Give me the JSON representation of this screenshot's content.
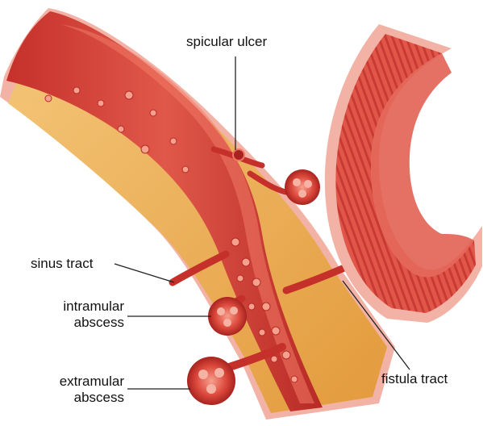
{
  "labels": {
    "spicular_ulcer": "spicular ulcer",
    "sinus_tract": "sinus tract",
    "intramular_abscess_line1": "intramular",
    "intramular_abscess_line2": "abscess",
    "extramular_abscess_line1": "extramular",
    "extramular_abscess_line2": "abscess",
    "fistula_tract": "fistula tract"
  },
  "colors": {
    "background": "#ffffff",
    "mucosa": "#d9413a",
    "mucosa_dark": "#a8231f",
    "mucosa_light": "#f07a66",
    "fat_tissue": "#e9a84a",
    "fat_light": "#f4c77a",
    "serosa": "#f3b2a6",
    "leader_line": "#222222"
  }
}
